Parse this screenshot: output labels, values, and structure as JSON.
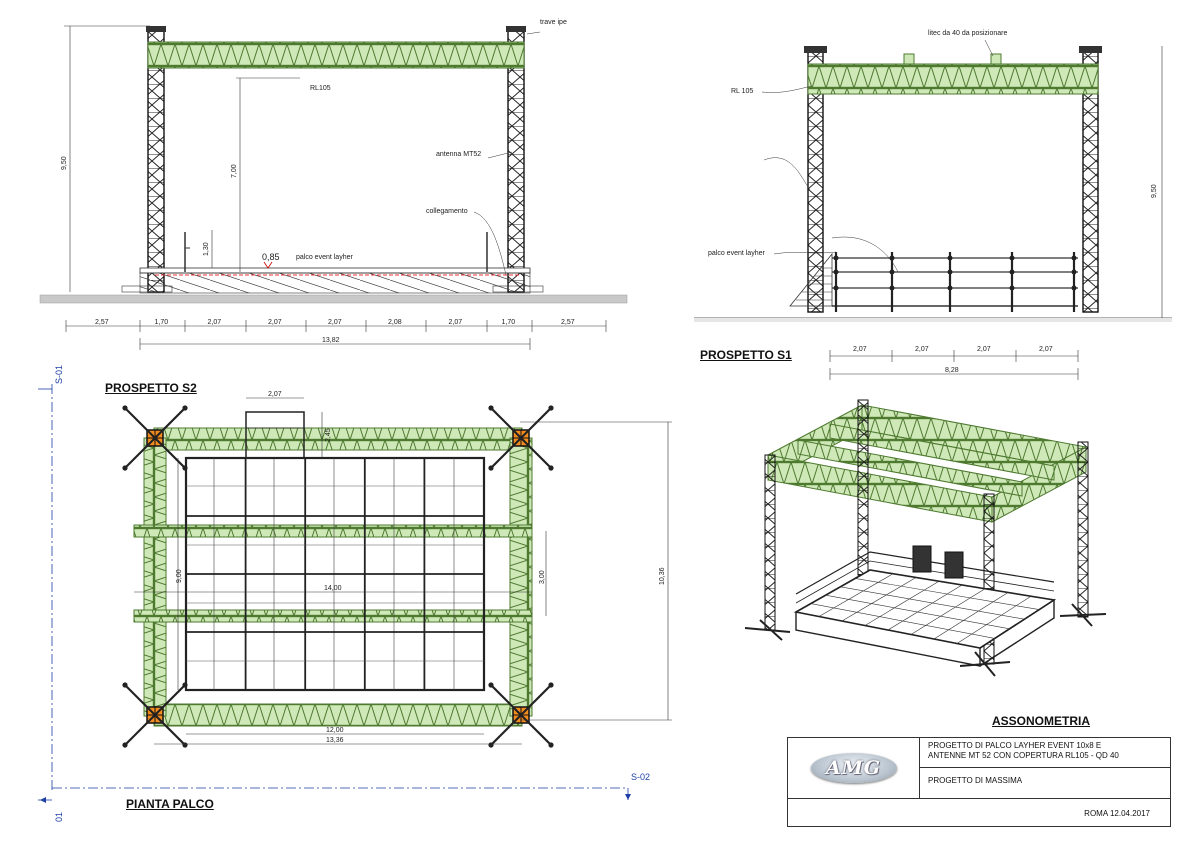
{
  "labels": {
    "trave_ipe": "trave ipe",
    "rl105_s2": "RL105",
    "antenna": "antenna MT52",
    "collegamento": "collegamento",
    "palco_s2": "palco event layher",
    "litec": "litec da 40 da posizionare",
    "rl105_s1": "RL 105",
    "palco_s1": "palco event layher"
  },
  "dims_s2": {
    "height_total": "9,50",
    "height_inner": "7,00",
    "rail_height": "1,30",
    "deck_height": "0,85",
    "spans": [
      "2,57",
      "1,70",
      "2,07",
      "2,07",
      "2,07",
      "2,08",
      "2,07",
      "1,70",
      "2,57"
    ],
    "overall": "13,82"
  },
  "dims_s1": {
    "height_total": "9,50",
    "spans": [
      "2,07",
      "2,07",
      "2,07",
      "2,07"
    ],
    "overall": "8,28"
  },
  "dims_plan": {
    "stair_width": "2,07",
    "stair_depth": "2,45",
    "inner_h": "9,00",
    "bay": "3,00",
    "total_h": "10,36",
    "inner_w": "14,00",
    "deck_w": "12,00",
    "total_w": "13,36"
  },
  "axes": {
    "s01_top": "S-01",
    "s01_bottom": "01",
    "s02": "S-02"
  },
  "titles": {
    "prospetto_s1": "PROSPETTO S1",
    "prospetto_s2": "PROSPETTO S2",
    "pianta": "PIANTA PALCO",
    "assonometria": "ASSONOMETRIA"
  },
  "titleblock": {
    "logo": "AMG",
    "desc_line1": "PROGETTO DI PALCO LAYHER EVENT 10x8 E",
    "desc_line2": "ANTENNE MT 52 CON COPERTURA RL105 - QD 40",
    "phase": "PROGETTO DI MASSIMA",
    "date": "ROMA 12.04.2017"
  }
}
